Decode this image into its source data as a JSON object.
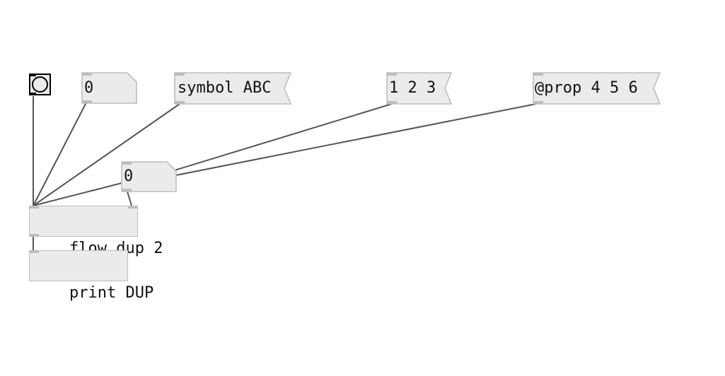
{
  "patch": {
    "bang": {
      "type": "bng"
    },
    "number_top": {
      "type": "floatatom",
      "value": "0"
    },
    "msg_symbol": {
      "type": "msg",
      "text": "symbol ABC"
    },
    "msg_list": {
      "type": "msg",
      "text": "1 2 3"
    },
    "msg_prop": {
      "type": "msg",
      "text": "@prop 4 5 6"
    },
    "number_mid": {
      "type": "floatatom",
      "value": "0"
    },
    "obj_flow": {
      "type": "obj",
      "text": "flow.dup 2"
    },
    "obj_print": {
      "type": "obj",
      "text": "print DUP"
    }
  },
  "colors": {
    "box_fill": "#ebebeb",
    "box_border": "#bdbdbd",
    "wire": "#555555",
    "bang_border": "#000000"
  }
}
